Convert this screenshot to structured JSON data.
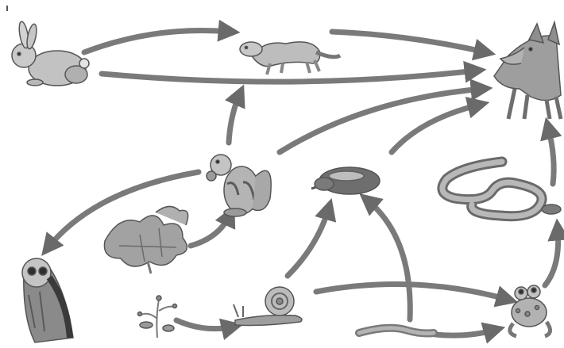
{
  "diagram": {
    "type": "food-web",
    "organisms": [
      {
        "id": "rabbit",
        "icon": "rabbit-icon"
      },
      {
        "id": "weasel",
        "icon": "weasel-icon"
      },
      {
        "id": "coyote",
        "icon": "coyote-icon"
      },
      {
        "id": "chipmunk",
        "icon": "chipmunk-icon"
      },
      {
        "id": "mole",
        "icon": "mole-icon"
      },
      {
        "id": "snake",
        "icon": "snake-icon"
      },
      {
        "id": "oak",
        "icon": "oak-leaves-icon"
      },
      {
        "id": "owl",
        "icon": "owl-icon"
      },
      {
        "id": "plant",
        "icon": "flowering-plant-icon"
      },
      {
        "id": "snail",
        "icon": "snail-icon"
      },
      {
        "id": "worm",
        "icon": "earthworm-icon"
      },
      {
        "id": "frog",
        "icon": "frog-icon"
      }
    ],
    "links": [
      {
        "from": "rabbit",
        "to": "weasel"
      },
      {
        "from": "weasel",
        "to": "coyote"
      },
      {
        "from": "rabbit",
        "to": "coyote"
      },
      {
        "from": "chipmunk",
        "to": "weasel"
      },
      {
        "from": "chipmunk",
        "to": "coyote"
      },
      {
        "from": "chipmunk",
        "to": "owl"
      },
      {
        "from": "oak",
        "to": "chipmunk"
      },
      {
        "from": "mole",
        "to": "coyote"
      },
      {
        "from": "snake",
        "to": "coyote"
      },
      {
        "from": "snail",
        "to": "mole"
      },
      {
        "from": "worm",
        "to": "mole"
      },
      {
        "from": "plant",
        "to": "snail"
      },
      {
        "from": "snail",
        "to": "frog"
      },
      {
        "from": "worm",
        "to": "frog"
      },
      {
        "from": "frog",
        "to": "snake"
      }
    ]
  },
  "colors": {
    "arrow": "#7a7a7a",
    "arrow_head": "#6a6a6a"
  }
}
